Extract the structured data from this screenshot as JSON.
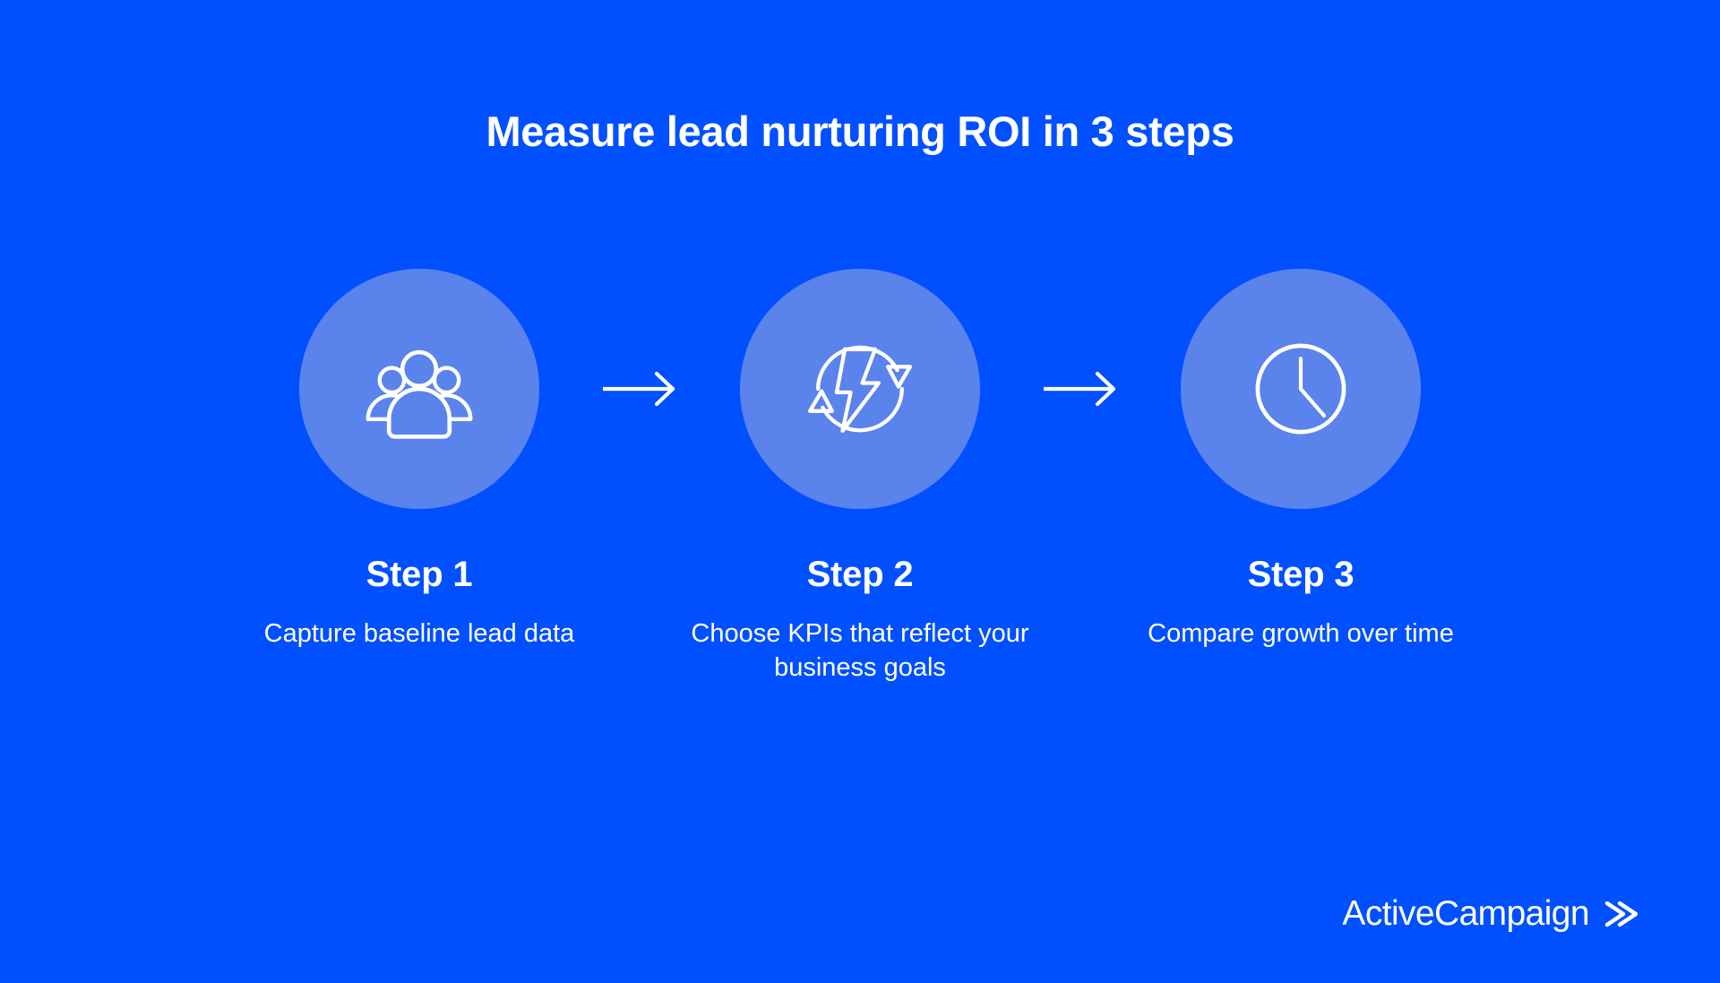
{
  "page": {
    "title": "Measure lead nurturing ROI in 3 steps",
    "background_color": "#0050FF",
    "circle_color": "#5B83EC",
    "text_color": "#FFFFFF"
  },
  "steps": [
    {
      "label": "Step 1",
      "description": "Capture baseline lead data",
      "icon": "people-group-icon"
    },
    {
      "label": "Step 2",
      "description": "Choose KPIs that reflect your business goals",
      "icon": "lightning-refresh-icon"
    },
    {
      "label": "Step 3",
      "description": "Compare growth over time",
      "icon": "clock-icon"
    }
  ],
  "connectors": [
    {
      "icon": "arrow-right-icon"
    },
    {
      "icon": "arrow-right-icon"
    }
  ],
  "brand": {
    "name": "ActiveCampaign",
    "mark": "double-chevron-right-icon"
  }
}
